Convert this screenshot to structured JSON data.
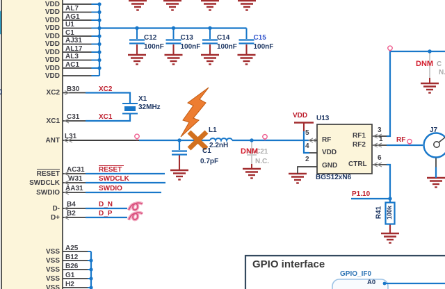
{
  "left_ic": {
    "edge_text_fragment": "0",
    "power_pins": {
      "name": "VDD",
      "numbers": [
        "",
        "AL7",
        "AG1",
        "U1",
        "C1",
        "AJ31",
        "AL17",
        "AL3",
        "AC1",
        ""
      ]
    },
    "xc2": {
      "name": "XC2",
      "number": "B30",
      "net": "XC2"
    },
    "xc1": {
      "name": "XC1",
      "number": "C31",
      "net": "XC1"
    },
    "ant": {
      "name": "ANT",
      "number": "L31"
    },
    "reset": {
      "name": "RESET",
      "number": "AC31",
      "net": "RESET"
    },
    "swdclk": {
      "name": "SWDCLK",
      "number": "W31",
      "net": "SWDCLK"
    },
    "swdio": {
      "name": "SWDIO",
      "number": "AA31",
      "net": "SWDIO"
    },
    "dminus": {
      "name": "D-",
      "number": "B4",
      "net": "D_N"
    },
    "dplus": {
      "name": "D+",
      "number": "B2",
      "net": "D_P"
    },
    "ground_pins": {
      "name": "VSS",
      "numbers": [
        "A25",
        "B12",
        "B26",
        "G1",
        "H2"
      ]
    }
  },
  "decoupling": {
    "caps": [
      {
        "ref": "C12",
        "value": "100nF"
      },
      {
        "ref": "C13",
        "value": "100nF"
      },
      {
        "ref": "C14",
        "value": "100nF"
      },
      {
        "ref": "C15",
        "value": "100nF"
      }
    ]
  },
  "crystal": {
    "ref": "X1",
    "value": "32MHz"
  },
  "rf_frontend": {
    "c1": {
      "ref": "C1",
      "value": "0.7pF"
    },
    "l1": {
      "ref": "L1",
      "value": "2.2nH"
    },
    "dnm_shunt": {
      "flag": "DNM",
      "ref": "C21",
      "status": "N.C."
    },
    "dnm_top": {
      "flag": "DNM",
      "ref": "C",
      "status": "N.C."
    },
    "vdd_net": "VDD",
    "rf_net": "RF",
    "ctrl_net": "P1.10"
  },
  "u13": {
    "ref": "U13",
    "part": "BGS12xN6",
    "pin5": "5",
    "pin4": "4",
    "pin2": "2",
    "pin3": "3",
    "pin1": "1",
    "pin6": "6",
    "rf": "RF",
    "vdd": "VDD",
    "gnd": "GND",
    "rf1": "RF1",
    "rf2": "RF2",
    "ctrl": "CTRL"
  },
  "j7": {
    "ref": "J7"
  },
  "r41": {
    "ref": "R41",
    "value": "100k"
  },
  "gpio": {
    "title": "GPIO interface",
    "harness": "GPIO_IF0",
    "pin": "A0"
  },
  "colors": {
    "wire": "#1877C9",
    "stub": "#3D3D3D",
    "ground": "#A22C2E",
    "net_label": "#BE1E2D",
    "component_text": "#1F3864",
    "dnm": "#D31F2F",
    "grayed": "#ABABAB",
    "ic_fill": "#FCF5DA",
    "annotation_orange": "#D2701E",
    "port_pink": "#EE5C8D",
    "selected": "#3355CC"
  }
}
